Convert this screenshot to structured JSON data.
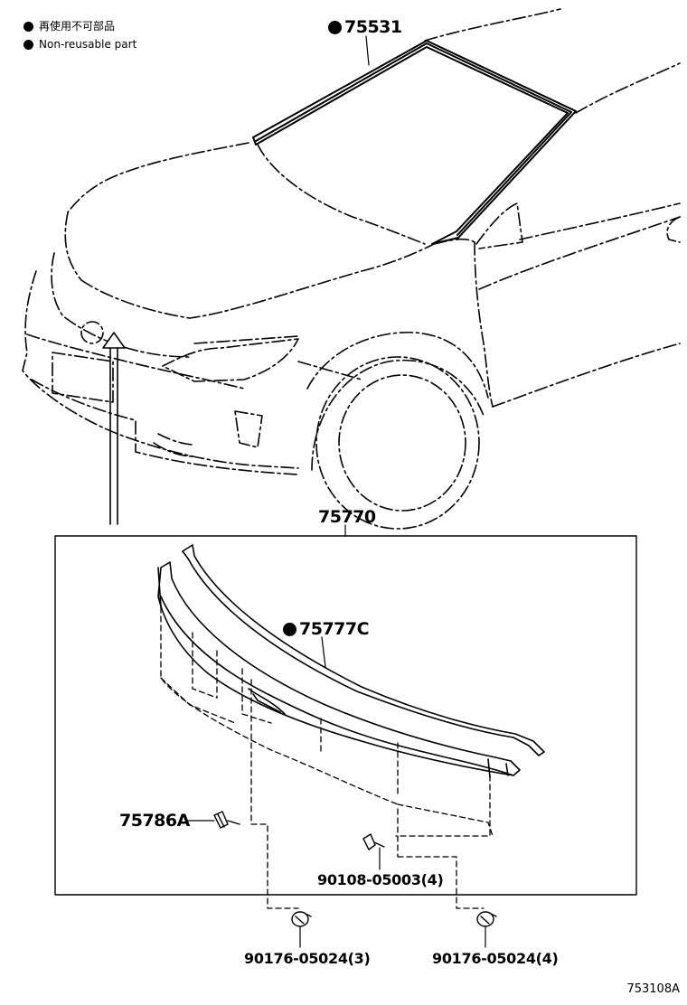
{
  "legend": {
    "items": [
      {
        "text": "再使用不可部品"
      },
      {
        "text": "Non-reusable part"
      }
    ]
  },
  "parts": {
    "windshield_seal": "75531",
    "hood_molding_assy": "75770",
    "molding_seal": "75777C",
    "clip_left": "75786A",
    "screw": "90108-05003(4)",
    "retainer_left": "90176-05024(3)",
    "retainer_right": "90176-05024(4)"
  },
  "figure_id": "753108A"
}
